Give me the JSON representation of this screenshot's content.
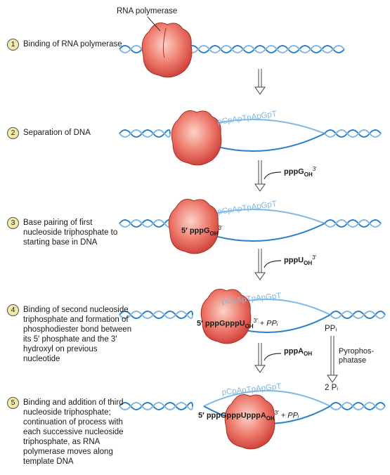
{
  "title": "RNA polymerase",
  "steps": [
    {
      "num": "1",
      "text": "Binding of RNA polymerase"
    },
    {
      "num": "2",
      "text": "Separation of DNA"
    },
    {
      "num": "3",
      "text": "Base pairing of first nucleoside triphosphate to starting base in DNA"
    },
    {
      "num": "4",
      "text": "Binding of second nucleoside triphosphate and formation of phosphodiester bond between its 5′ phosphate and the 3′ hydroxyl on previous nucleotide"
    },
    {
      "num": "5",
      "text": "Binding and addition of third nucleoside triphosphate; continuation of process with each successive nucleoside triphosphate, as RNA polymerase moves along template DNA"
    }
  ],
  "template_strand": "pCpApTpApGpT",
  "incoming": {
    "first": "pppG",
    "second": "pppU",
    "third": "pppA",
    "oh": "OH",
    "three_prime": "3′",
    "five_prime": "5′"
  },
  "side_labels": {
    "ppi": "PPᵢ",
    "plus_ppi": "+ PPᵢ",
    "pyrophosphatase": "Pyrophos-\nphatase",
    "two_pi": "2 Pᵢ"
  },
  "colors": {
    "dna": "#2a7fc9",
    "dna_light": "#7fb8e6",
    "polymerase": "#e85a52",
    "polymerase_light": "#f6b0a4",
    "badge": "#f3e9a8",
    "red_phosphate": "#d42020"
  }
}
